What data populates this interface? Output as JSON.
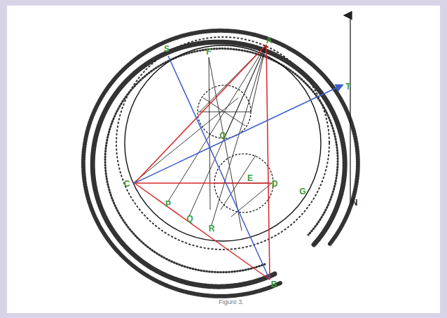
{
  "diagram": {
    "caption": "Figure 3.",
    "labels": [
      "S",
      "F",
      "A",
      "T",
      "O",
      "C",
      "E",
      "D",
      "G",
      "P",
      "Q",
      "R",
      "B",
      "N"
    ]
  }
}
